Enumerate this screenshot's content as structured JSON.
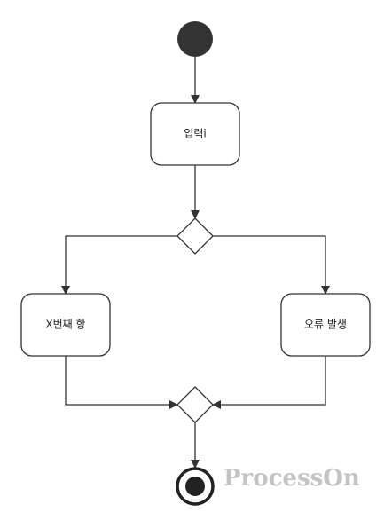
{
  "nodes": {
    "input": {
      "label": "입력i"
    },
    "term_x": {
      "label": "X번째 항"
    },
    "error": {
      "label": "오류 발생"
    }
  },
  "watermark": {
    "text": "ProcessOn"
  },
  "colors": {
    "stroke": "#333333",
    "start_fill": "#333333",
    "node_fill": "#ffffff",
    "watermark": "#c4c4c4"
  }
}
